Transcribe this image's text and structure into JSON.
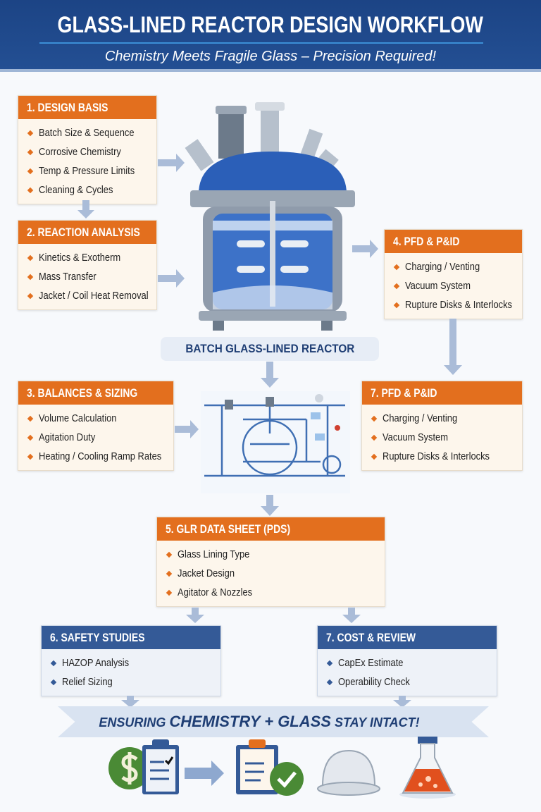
{
  "header": {
    "title": "GLASS-LINED REACTOR DESIGN WORKFLOW",
    "subtitle": "Chemistry Meets Fragile Glass – Precision Required!"
  },
  "boxes": {
    "design_basis": {
      "title": "1. DESIGN BASIS",
      "items": [
        "Batch Size & Sequence",
        "Corrosive Chemistry",
        "Temp & Pressure Limits",
        "Cleaning & Cycles"
      ]
    },
    "reaction_analysis": {
      "title": "2. REACTION ANALYSIS",
      "items": [
        "Kinetics & Exotherm",
        "Mass Transfer",
        "Jacket / Coil Heat Removal"
      ]
    },
    "pfd_pid_4": {
      "title": "4. PFD & P&ID",
      "items": [
        "Charging / Venting",
        "Vacuum System",
        "Rupture Disks & Interlocks"
      ]
    },
    "balances_sizing": {
      "title": "3. BALANCES & SIZING",
      "items": [
        "Volume Calculation",
        "Agitation Duty",
        "Heating / Cooling Ramp Rates"
      ]
    },
    "pfd_pid_7": {
      "title": "7. PFD & P&ID",
      "items": [
        "Charging / Venting",
        "Vacuum System",
        "Rupture Disks & Interlocks"
      ]
    },
    "data_sheet": {
      "title": "5. GLR DATA SHEET (PDS)",
      "items": [
        "Glass Lining Type",
        "Jacket Design",
        "Agitator & Nozzles"
      ]
    },
    "safety": {
      "title": "6. SAFETY STUDIES",
      "items": [
        "HAZOP Analysis",
        "Relief Sizing"
      ]
    },
    "cost": {
      "title": "7. COST & REVIEW",
      "items": [
        "CapEx Estimate",
        "Operability Check"
      ]
    }
  },
  "reactor_label": "BATCH GLASS-LINED REACTOR",
  "banner": {
    "part1": "ENSURING ",
    "part2": "CHEMISTRY + GLASS",
    "part3": " STAY INTACT!"
  },
  "colors": {
    "header": "#1c4485",
    "orange": "#e36f1e",
    "blue": "#345a97"
  },
  "icons": [
    "cost-clipboard-icon",
    "arrow-right-icon",
    "approved-clipboard-icon",
    "hard-hat-icon",
    "flask-icon"
  ]
}
